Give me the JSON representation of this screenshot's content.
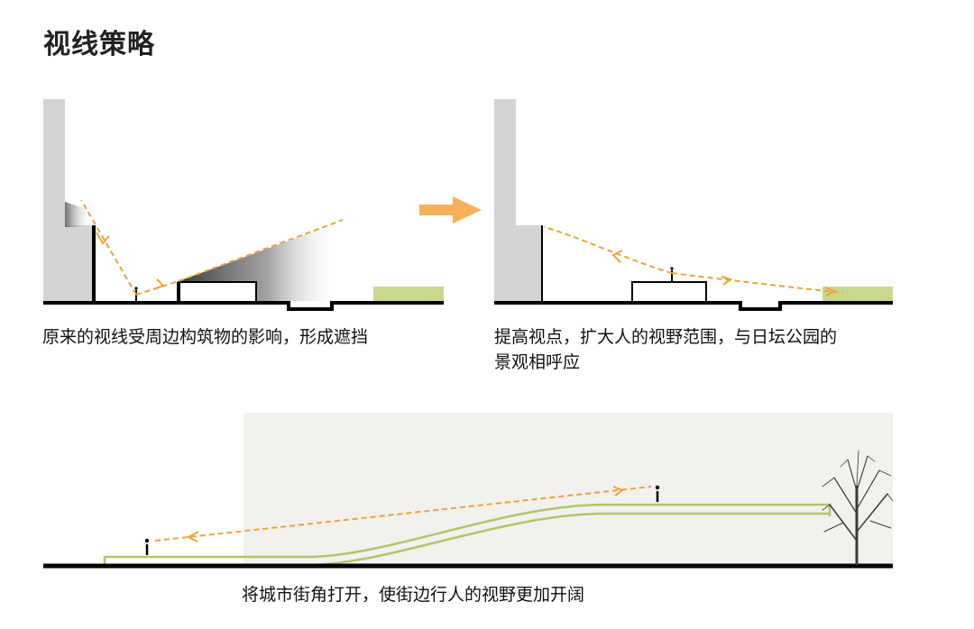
{
  "title": "视线策略",
  "captions": {
    "panel1": "原来的视线受周边构筑物的影响，形成遮挡",
    "panel2_line1": "提高视点，扩大人的视野范围，与日坛公园的",
    "panel2_line2": "景观相呼应",
    "panel3": "将城市街角打开，使街边行人的视野更加开阔"
  },
  "colors": {
    "building": "#d4d4d4",
    "ground": "#000000",
    "sightline": "#f0a23a",
    "arrow": "#f5b25a",
    "park": "#c8d98e",
    "ramp": "#b4c46a",
    "backdrop": "#f3f1ee",
    "tree": "#3a3a3a"
  },
  "icons": {
    "transition": "right-arrow-icon",
    "person": "person-silhouette-icon",
    "tree": "tree-icon"
  }
}
